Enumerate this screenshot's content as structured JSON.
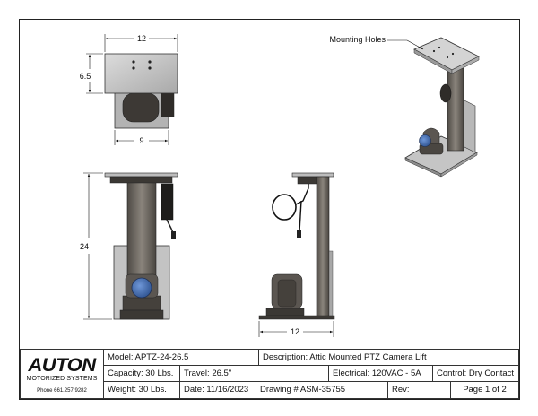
{
  "views": {
    "top": {
      "width_label": "12",
      "depth_label": "6.5",
      "base_label": "9"
    },
    "front": {
      "height_label": "24"
    },
    "side": {
      "width_label": "12"
    },
    "iso": {
      "callout": "Mounting Holes"
    }
  },
  "title_block": {
    "company": "AUTON",
    "company_sub": "MOTORIZED SYSTEMS",
    "phone": "Phone 661.257.9282",
    "model": "Model:  APTZ-24-26.5",
    "description": "Description:  Attic Mounted PTZ Camera Lift",
    "capacity": "Capacity:  30 Lbs.",
    "travel": "Travel:  26.5\"",
    "electrical": "Electrical: 120VAC - 5A",
    "control": "Control: Dry Contact",
    "weight": "Weight: 30 Lbs.",
    "date": "Date: 11/16/2023",
    "drawing": "Drawing # ASM-35755",
    "rev": "Rev:",
    "page": "Page 1  of  2"
  },
  "colors": {
    "lens": "#3f6db5",
    "metal": "#6b6660",
    "plate": "#c9c9c9"
  }
}
